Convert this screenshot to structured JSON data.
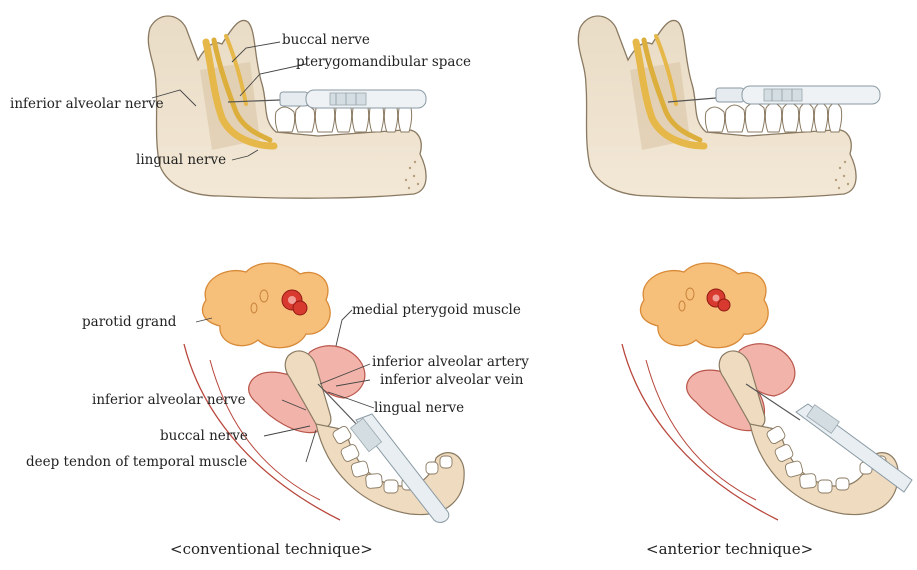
{
  "labels": {
    "buccal_nerve_top": "buccal nerve",
    "pterygomandibular_space": "pterygomandibular space",
    "inferior_alveolar_nerve_top": "inferior alveolar nerve",
    "lingual_nerve_top": "lingual nerve",
    "parotid_grand": "parotid grand",
    "medial_pterygoid_muscle": "medial pterygoid muscle",
    "inferior_alveolar_artery": "inferior alveolar artery",
    "inferior_alveolar_vein": "inferior alveolar vein",
    "inferior_alveolar_nerve_bottom": "inferior alveolar nerve",
    "lingual_nerve_bottom": "lingual nerve",
    "buccal_nerve_bottom": "buccal nerve",
    "deep_tendon": "deep tendon of temporal muscle"
  },
  "captions": {
    "left": "<conventional technique>",
    "right": "<anterior technique>"
  },
  "colors": {
    "bone": "#efe3cf",
    "bone_outline": "#7a6a55",
    "nerve": "#e3b43a",
    "gland": "#f6c27a",
    "muscle": "#f2b5ad",
    "vessel": "#c0392b",
    "syringe": "#dfe6ea"
  }
}
